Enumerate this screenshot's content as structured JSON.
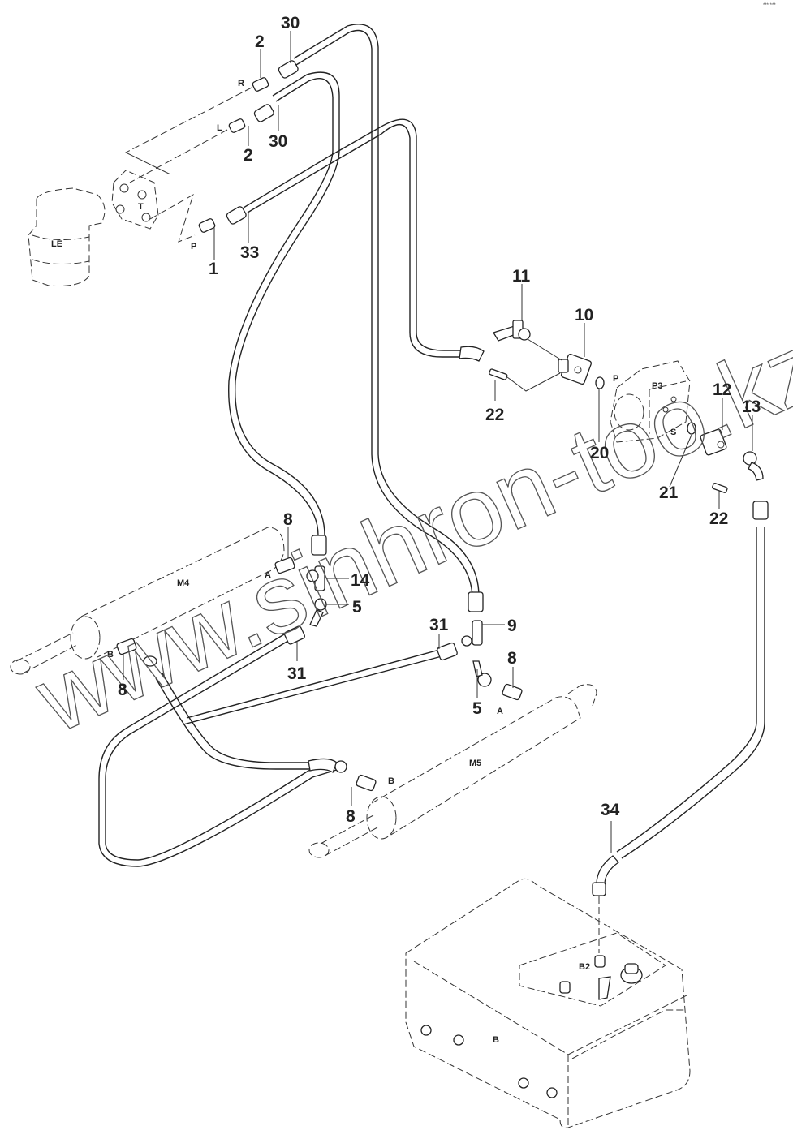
{
  "corner_mark": "*** ***",
  "watermark": "www.sinhron-too.kz",
  "callouts": [
    {
      "id": "c30a",
      "text": "30"
    },
    {
      "id": "c2a",
      "text": "2"
    },
    {
      "id": "c2b",
      "text": "2"
    },
    {
      "id": "c30b",
      "text": "30"
    },
    {
      "id": "c1",
      "text": "1"
    },
    {
      "id": "c33",
      "text": "33"
    },
    {
      "id": "c11",
      "text": "11"
    },
    {
      "id": "c10",
      "text": "10"
    },
    {
      "id": "c22a",
      "text": "22"
    },
    {
      "id": "c20",
      "text": "20"
    },
    {
      "id": "c12",
      "text": "12"
    },
    {
      "id": "c13",
      "text": "13"
    },
    {
      "id": "c21",
      "text": "21"
    },
    {
      "id": "c22b",
      "text": "22"
    },
    {
      "id": "c8a",
      "text": "8"
    },
    {
      "id": "c14",
      "text": "14"
    },
    {
      "id": "c5a",
      "text": "5"
    },
    {
      "id": "c31a",
      "text": "31"
    },
    {
      "id": "c8b",
      "text": "8"
    },
    {
      "id": "c31b",
      "text": "31"
    },
    {
      "id": "c9",
      "text": "9"
    },
    {
      "id": "c8c",
      "text": "8"
    },
    {
      "id": "c5b",
      "text": "5"
    },
    {
      "id": "c8d",
      "text": "8"
    },
    {
      "id": "c34",
      "text": "34"
    }
  ],
  "ports": {
    "R": "R",
    "L": "L",
    "T": "T",
    "P_valve": "P",
    "LE": "LE",
    "P_pump": "P",
    "P3": "P3",
    "S": "S",
    "M4": "M4",
    "A_m4": "A",
    "B_m4": "B",
    "M5": "M5",
    "A_m5": "A",
    "B_m5": "B",
    "B2": "B2",
    "B_tank": "B"
  }
}
